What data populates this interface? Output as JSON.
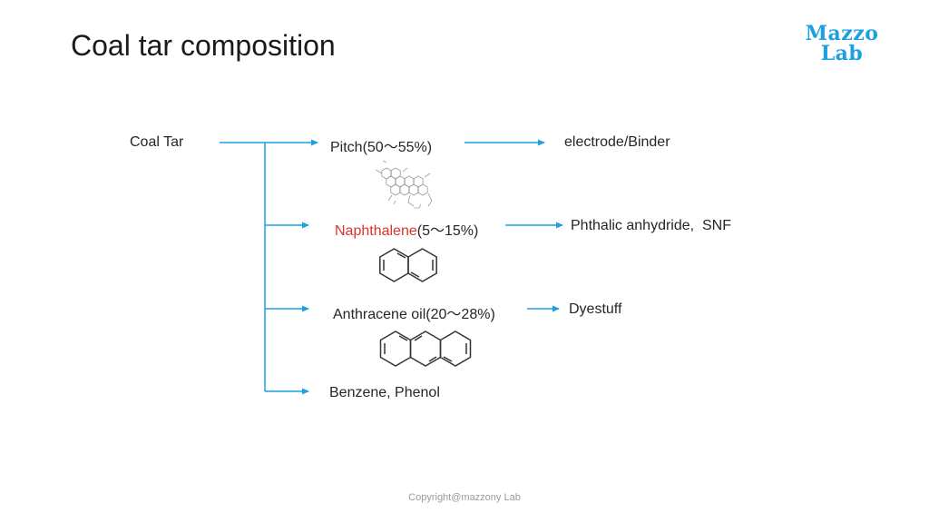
{
  "slide": {
    "title": "Coal tar composition",
    "logo": {
      "line1": "Mazzo",
      "line2": "Lab",
      "color": "#1ba1e2"
    },
    "footer": "Copyright@mazzony Lab"
  },
  "diagram": {
    "root": "Coal Tar",
    "arrow_color": "#1ba1e2",
    "highlight_color": "#d9342b",
    "branches": [
      {
        "name": "Pitch",
        "fraction": "(50～55%)",
        "product": "electrode/Binder",
        "structure": "pitch-molecule"
      },
      {
        "name": "Naphthalene",
        "fraction": "(5～15%)",
        "product": "Phthalic anhydride,  SNF",
        "structure": "naphthalene"
      },
      {
        "name": "Anthracene oil",
        "fraction": "(20～28%)",
        "product": "Dyestuff",
        "structure": "anthracene"
      },
      {
        "name": "Benzene, Phenol",
        "fraction": "",
        "product": "",
        "structure": ""
      }
    ]
  }
}
